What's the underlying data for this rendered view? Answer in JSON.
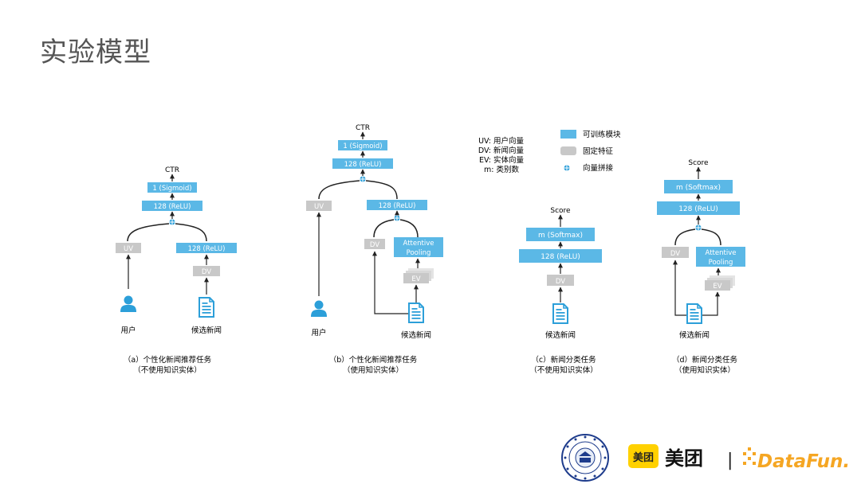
{
  "title": "实验模型",
  "legend": {
    "abbr": [
      "UV: 用户向量",
      "DV: 新闻向量",
      "EV: 实体向量",
      "m: 类别数"
    ],
    "items": [
      {
        "label": "可训练模块",
        "color": "#5bb8e6"
      },
      {
        "label": "固定特征",
        "color": "#c8c8c8"
      },
      {
        "label": "向量拼接",
        "color": "#2c9fd9"
      }
    ]
  },
  "colors": {
    "trainable": "#5bb8e6",
    "fixed": "#c8c8c8",
    "concat": "#2c9fd9",
    "icon": "#2c9fd9"
  },
  "diagrams": {
    "a": {
      "output": "CTR",
      "sigmoid": "1 (Sigmoid)",
      "relu_top": "128 (ReLU)",
      "uv": "UV",
      "relu_side": "128 (ReLU)",
      "dv": "DV",
      "user_label": "用户",
      "news_label": "候选新闻",
      "caption_1": "（a）个性化新闻推荐任务",
      "caption_2": "（不使用知识实体）"
    },
    "b": {
      "output": "CTR",
      "sigmoid": "1 (Sigmoid)",
      "relu_top": "128 (ReLU)",
      "uv": "UV",
      "relu_side": "128 (ReLU)",
      "dv": "DV",
      "attentive_1": "Attentive",
      "attentive_2": "Pooling",
      "ev": "EV",
      "user_label": "用户",
      "news_label": "候选新闻",
      "caption_1": "（b）个性化新闻推荐任务",
      "caption_2": "（使用知识实体）"
    },
    "c": {
      "output": "Score",
      "softmax": "m (Softmax)",
      "relu": "128 (ReLU)",
      "dv": "DV",
      "news_label": "候选新闻",
      "caption_1": "（c）新闻分类任务",
      "caption_2": "（不使用知识实体）"
    },
    "d": {
      "output": "Score",
      "softmax": "m (Softmax)",
      "relu": "128 (ReLU)",
      "dv": "DV",
      "attentive_1": "Attentive",
      "attentive_2": "Pooling",
      "ev": "EV",
      "news_label": "候选新闻",
      "caption_1": "（d）新闻分类任务",
      "caption_2": "（使用知识实体）"
    }
  },
  "logos": {
    "meituan_badge": "美团",
    "meituan_text": "美团",
    "separator": "|",
    "datafun": "DataFun."
  }
}
